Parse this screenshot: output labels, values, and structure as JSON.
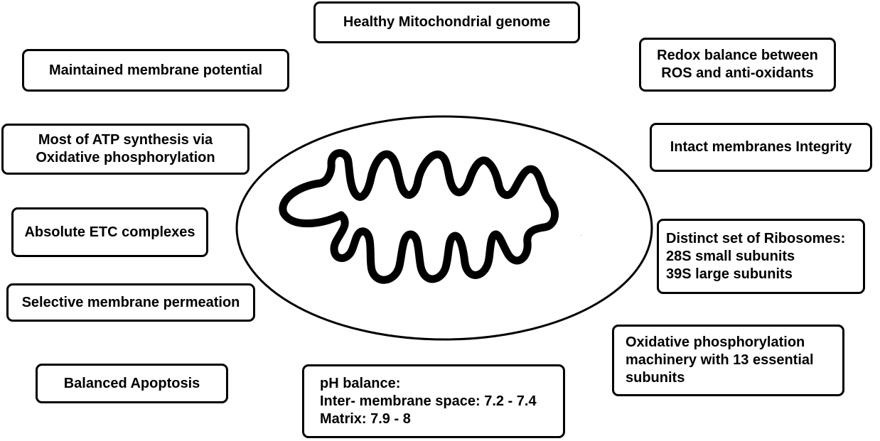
{
  "colors": {
    "stroke": "#000000",
    "background": "#ffffff",
    "text": "#000000"
  },
  "mitochondrion_icon": "mitochondrion-cristae-outline",
  "labels": {
    "genome": [
      "Healthy Mitochondrial genome"
    ],
    "membrane_potential": [
      "Maintained membrane potential"
    ],
    "redox": [
      "Redox balance between",
      "ROS and anti-oxidants"
    ],
    "atp": [
      "Most of ATP synthesis via",
      "Oxidative phosphorylation"
    ],
    "integrity": [
      "Intact membranes Integrity"
    ],
    "etc": [
      "Absolute ETC complexes"
    ],
    "ribosomes": [
      "Distinct set of Ribosomes:",
      "28S small subunits",
      "39S large subunits"
    ],
    "permeation": [
      "Selective membrane permeation"
    ],
    "oxphos": [
      "Oxidative phosphorylation",
      "machinery with 13 essential",
      "subunits"
    ],
    "apoptosis": [
      "Balanced Apoptosis"
    ],
    "ph": [
      "pH balance:",
      "Inter- membrane space: 7.2 - 7.4",
      "Matrix: 7.9 - 8"
    ]
  }
}
